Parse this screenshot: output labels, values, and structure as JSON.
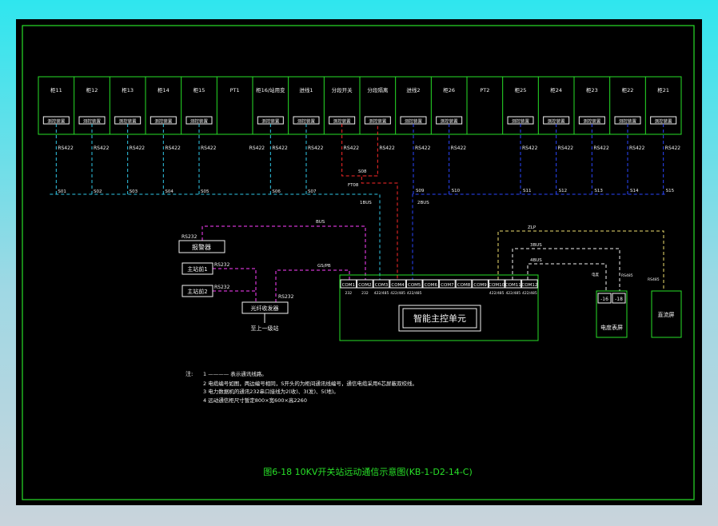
{
  "colors": {
    "frame": "#28e028",
    "cyan": "#30c8e8",
    "blue": "#2a46ff",
    "red": "#ff2a2a",
    "magenta": "#ff40ff",
    "yellow": "#f0e070",
    "white": "#f2f2f2",
    "gray": "#b0b0b0"
  },
  "cabinets": [
    {
      "name": "柜11",
      "dev": "测控装置"
    },
    {
      "name": "柜12",
      "dev": "测控装置"
    },
    {
      "name": "柜13",
      "dev": "测控装置"
    },
    {
      "name": "柜14",
      "dev": "测控装置"
    },
    {
      "name": "柜15",
      "dev": "测控装置"
    },
    {
      "name": "PT1",
      "dev": ""
    },
    {
      "name": "柜16/站用变",
      "dev": "测控装置"
    },
    {
      "name": "进线1",
      "dev": "测控装置"
    },
    {
      "name": "分段开关",
      "dev": "测控装置"
    },
    {
      "name": "分段隔离",
      "dev": "测控装置"
    },
    {
      "name": "进线2",
      "dev": "测控装置"
    },
    {
      "name": "柜26",
      "dev": "测控装置"
    },
    {
      "name": "PT2",
      "dev": ""
    },
    {
      "name": "柜25",
      "dev": "测控装置"
    },
    {
      "name": "柜24",
      "dev": "测控装置"
    },
    {
      "name": "柜23",
      "dev": "测控装置"
    },
    {
      "name": "柜22",
      "dev": "测控装置"
    },
    {
      "name": "柜21",
      "dev": "测控装置"
    }
  ],
  "rs422": "RS422",
  "bus_left": [
    "S01",
    "S02",
    "S03",
    "S04",
    "S05",
    "S06",
    "S07"
  ],
  "bus_right": [
    "S09",
    "S10",
    "S11",
    "S12",
    "S13",
    "S14",
    "S15"
  ],
  "bus_labels": {
    "s08": "S08",
    "fiber": "FT08",
    "bus1": "1BUS",
    "bus2": "2BUS",
    "bus_top": "BUS",
    "bus_gs": "GS/PB",
    "zlp": "ZLP",
    "bus3": "3BUS",
    "bus4": "4BUS",
    "dk_small": "电度",
    "rs485_small": "RS485",
    "rs485_small2": "RS485"
  },
  "left_devices": {
    "printer": "报警器",
    "master1": "主站前1",
    "master2": "主站前2",
    "fiber_mux": "光纤收发器",
    "to_master": "至上一级站",
    "rs232": "RS232"
  },
  "com_ports": [
    {
      "name": "COM1",
      "type": "232"
    },
    {
      "name": "COM2",
      "type": "232"
    },
    {
      "name": "COM3",
      "type": "422/485"
    },
    {
      "name": "COM4",
      "type": "422/485"
    },
    {
      "name": "COM5",
      "type": "422/485"
    },
    {
      "name": "COM6",
      "type": ""
    },
    {
      "name": "COM7",
      "type": ""
    },
    {
      "name": "COM8",
      "type": ""
    },
    {
      "name": "COM9",
      "type": ""
    },
    {
      "name": "COM10",
      "type": "422/485"
    },
    {
      "name": "COM11",
      "type": "422/485"
    },
    {
      "name": "COM12",
      "type": "422/485"
    }
  ],
  "controller": "智能主控单元",
  "right_devices": {
    "meter": "电度表屏",
    "meter_a": "-16",
    "meter_b": "-18",
    "dc": "直流屏"
  },
  "notes": {
    "head": "注:",
    "lines": [
      "1  ———— 表示通讯线路。",
      "2  电缆编号如图，两边编号相同，S开头的为柜间通讯线编号，通信电缆采用6芯屏蔽双绞线。",
      "3  电力数据机的通讯232串口接线为2(收)、3(发)、5(地)。",
      "4  远动通信柜尺寸暂定800×宽600×高2260"
    ]
  },
  "caption": "图6-18 10KV开关站远动通信示意图(KB-1-D2-14-C)"
}
